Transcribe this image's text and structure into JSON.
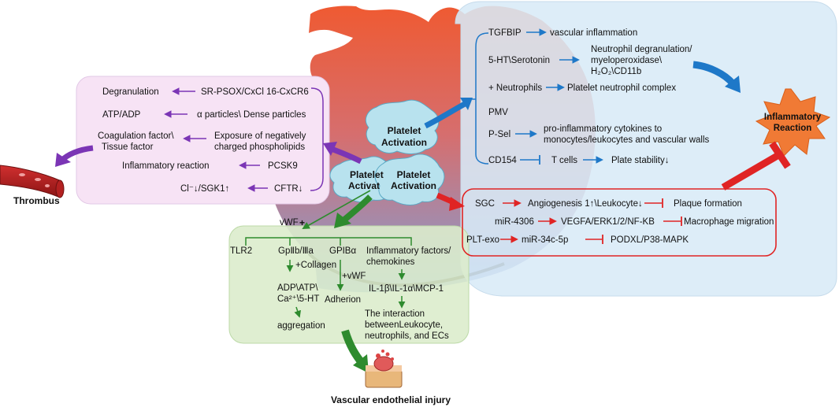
{
  "colors": {
    "purple_arrow": "#7b35b5",
    "blue_arrow": "#1e78c8",
    "red_arrow": "#e02424",
    "green_arrow": "#2e8b2e",
    "left_panel_fill": "#f7e3f5",
    "right_panel_fill": "#d8eaf7",
    "bottom_panel_fill": "#dbeccc",
    "heart_top": "#ef5a32",
    "heart_bottom": "#7fa0d8",
    "burst": "#f07a35"
  },
  "left_panel": {
    "rows": [
      {
        "effect": "Degranulation",
        "cause": "SR-PSOX/CxCl 16-CxCR6"
      },
      {
        "effect": "ATP/ADP",
        "cause": "α particles\\ Dense particles"
      },
      {
        "effect_lines": [
          "Coagulation factor\\",
          "Tissue factor"
        ],
        "cause_lines": [
          "Exposure of negatively",
          "charged phospholipids"
        ]
      },
      {
        "effect": "Inflammatory reaction",
        "cause": "PCSK9"
      },
      {
        "effect": "Cl⁻↓/SGK1↑",
        "cause": "CFTR↓"
      }
    ]
  },
  "thrombus_label": "Thrombus",
  "platelet_labels": {
    "top": [
      "Platelet",
      "Activation"
    ],
    "left": [
      "Platelet",
      "Activat"
    ],
    "right": [
      "Platelet",
      "Activation"
    ]
  },
  "right_panel": {
    "rows": [
      {
        "source": "TGFBIP",
        "effect": "vascular inflammation"
      },
      {
        "source": "5-HT\\Serotonin",
        "effect_lines": [
          "Neutrophil degranulation/",
          "myeloperoxidase\\",
          "H₂O₂\\CD11b"
        ]
      },
      {
        "source": "+ Neutrophils",
        "effect": "Platelet neutrophil complex"
      },
      {
        "source": "PMV"
      },
      {
        "source": "P-Sel",
        "effect_lines": [
          "pro-inflammatory cytokines to",
          "monocytes/leukocytes and vascular walls"
        ]
      },
      {
        "source": "CD154",
        "effect": "T cells",
        "effect2": "Plate stability↓"
      }
    ]
  },
  "red_box": {
    "rows": [
      {
        "source": "SGC",
        "middle": "Angiogenesis 1↑\\Leukocyte↓",
        "end": "Plaque formation"
      },
      {
        "source": "miR-4306",
        "middle": "VEGFA/ERK1/2/NF-KB",
        "end": "Macrophage migration"
      },
      {
        "source": "PLT-exo",
        "middle": "miR-34c-5p",
        "end": "PODXL/P38-MAPK"
      }
    ]
  },
  "inflammatory_label": [
    "Inflammatory",
    "Reaction"
  ],
  "bottom_panel": {
    "vwf_label": "vWF",
    "columns": [
      "TLR2",
      "GpⅡb/Ⅲa",
      "GPIBα",
      "Inflammatory factors/",
      "chemokines"
    ],
    "collagen": "+Collagen",
    "adp_lines": [
      "ADP\\ATP\\",
      "Ca²⁺\\5-HT"
    ],
    "aggregation": "aggregation",
    "vwf2": "+vWF",
    "adhesion": "Adherion",
    "il": "IL-1β\\IL-1α\\MCP-1",
    "interaction_lines": [
      "The interaction",
      "betweenLeukocyte,",
      "neutrophils, and ECs"
    ]
  },
  "vascular_label": "Vascular endothelial injury"
}
